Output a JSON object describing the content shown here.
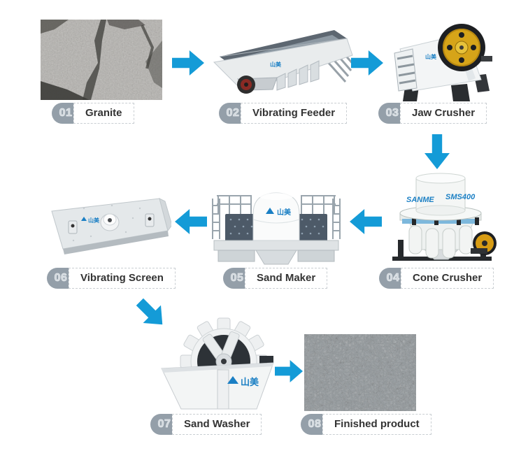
{
  "title": "Sand and gravel production line flow diagram",
  "colors": {
    "arrow": "#149bd7",
    "badge": "#949fa9",
    "brand": "#1a7fc4",
    "label_text": "#333333",
    "label_border": "#c9ced2"
  },
  "brand": {
    "cn": "山美",
    "en": "SANME",
    "model": "SMS400"
  },
  "steps": [
    {
      "num": "01",
      "label": "Granite"
    },
    {
      "num": "02",
      "label": "Vibrating Feeder"
    },
    {
      "num": "03",
      "label": "Jaw Crusher"
    },
    {
      "num": "04",
      "label": "Cone Crusher"
    },
    {
      "num": "05",
      "label": "Sand Maker"
    },
    {
      "num": "06",
      "label": "Vibrating Screen"
    },
    {
      "num": "07",
      "label": "Sand Washer"
    },
    {
      "num": "08",
      "label": "Finished product"
    }
  ]
}
